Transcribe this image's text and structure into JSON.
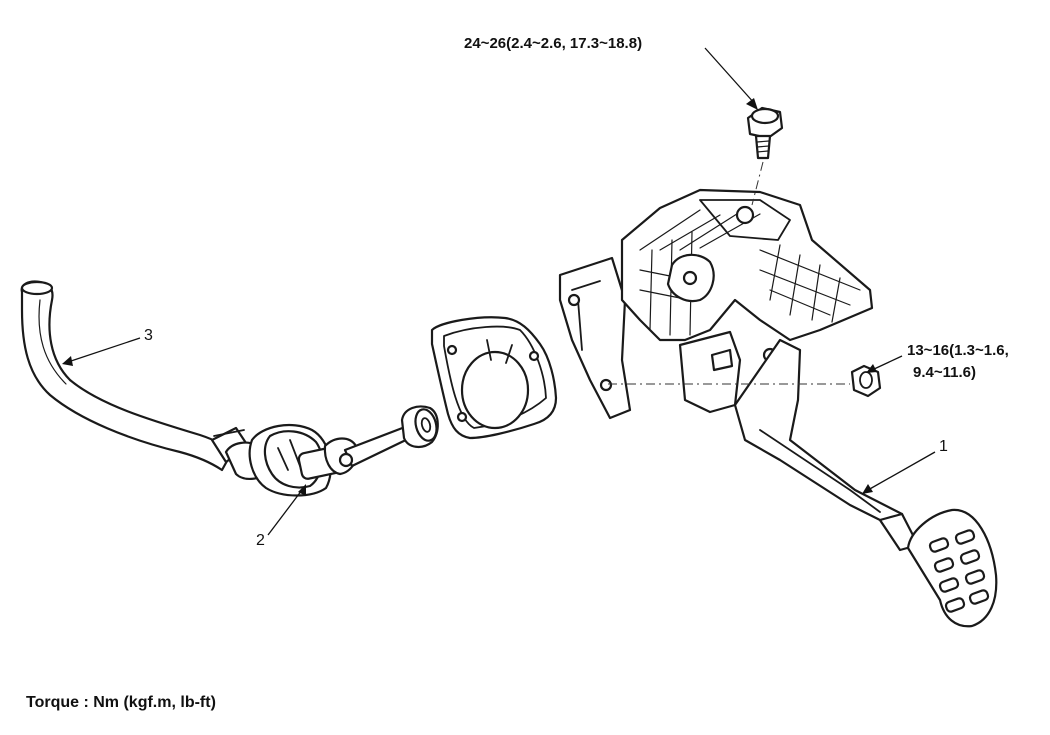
{
  "labels": {
    "part1": "1",
    "part2": "2",
    "part3": "3",
    "bolt_torque": "24~26(2.4~2.6, 17.3~18.8)",
    "nut_torque_line1": "13~16(1.3~1.6,",
    "nut_torque_line2": "9.4~11.6)"
  },
  "footer": {
    "torque_unit": "Torque : Nm (kgf.m, lb-ft)"
  }
}
